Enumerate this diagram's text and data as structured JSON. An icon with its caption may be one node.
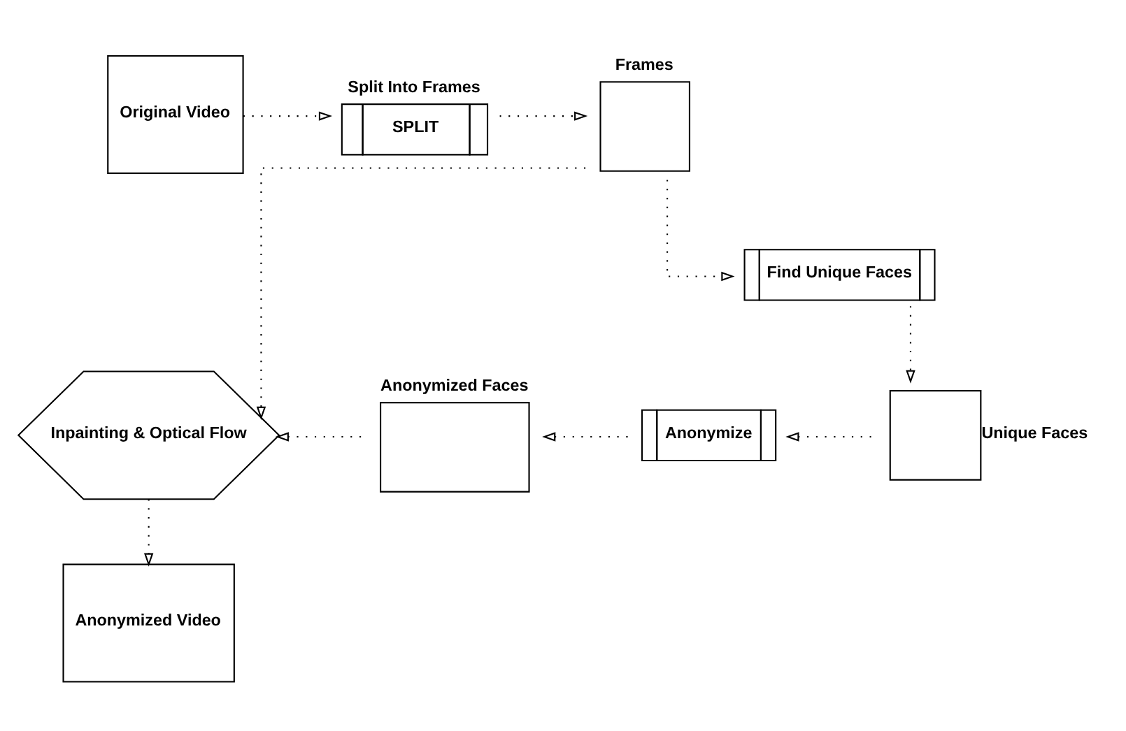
{
  "diagram": {
    "nodes": [
      {
        "text": [
          "Original Video"
        ]
      },
      {
        "text": [
          "Split Into Frames",
          "SPLIT"
        ]
      },
      {
        "text": [
          "Frames"
        ]
      },
      {
        "text": [
          "Find Unique Faces"
        ]
      },
      {
        "text": [],
        "shape": "box",
        "beside": [
          "Unique Faces"
        ]
      },
      {
        "text": [
          "Anonymize"
        ]
      },
      {
        "text": [
          "Anonymized Faces"
        ]
      },
      {
        "text": [
          "Inpainting & Optical Flow"
        ]
      },
      {
        "text": [
          "Anonymized Video"
        ]
      }
    ],
    "edges": [
      {
        "from": 0,
        "to": 1,
        "arrow": "to"
      },
      {
        "from": 1,
        "to": 2,
        "arrow": "to"
      },
      {
        "from": 2,
        "to": 3,
        "arrow": "to"
      },
      {
        "from": 2,
        "to": 7,
        "arrow": "to"
      },
      {
        "from": 3,
        "to": 4,
        "arrow": "to"
      },
      {
        "from": 4,
        "to": 5,
        "arrow": "to"
      },
      {
        "from": 5,
        "to": 6,
        "arrow": "to"
      },
      {
        "from": 6,
        "to": 7,
        "arrow": "to"
      },
      {
        "from": 7,
        "to": 8,
        "arrow": "to"
      }
    ]
  }
}
